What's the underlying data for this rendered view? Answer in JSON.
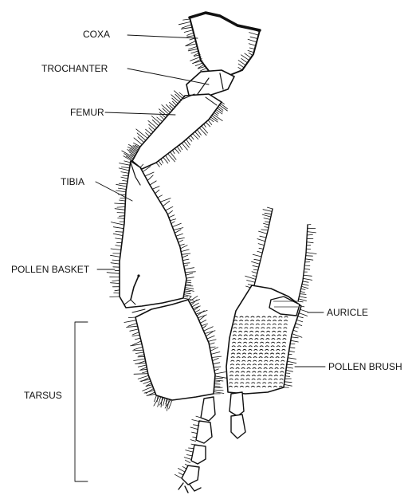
{
  "labels": {
    "coxa": "COXA",
    "trochanter": "TROCHANTER",
    "femur": "FEMUR",
    "tibia": "TIBIA",
    "pollen_basket": "POLLEN BASKET",
    "tarsus": "TARSUS",
    "auricle": "AURICLE",
    "pollen_brush": "POLLEN BRUSH"
  },
  "colors": {
    "ink": "#111111",
    "background": "#ffffff"
  }
}
